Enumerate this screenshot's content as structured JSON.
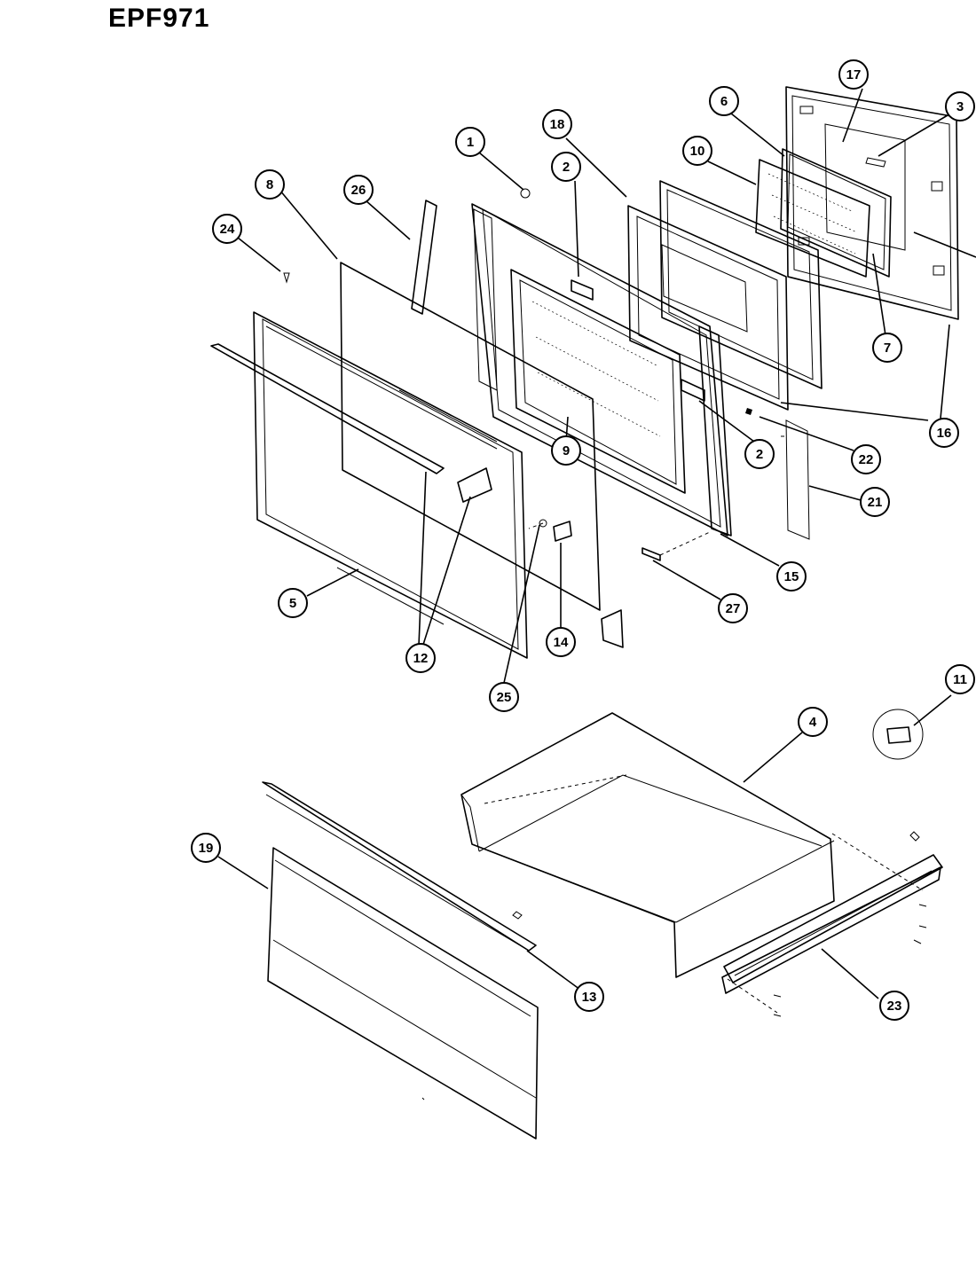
{
  "header": {
    "model": "EPF971"
  },
  "callouts": [
    {
      "id": "c1",
      "label": "1"
    },
    {
      "id": "c2a",
      "label": "2"
    },
    {
      "id": "c2b",
      "label": "2"
    },
    {
      "id": "c3",
      "label": "3"
    },
    {
      "id": "c4",
      "label": "4"
    },
    {
      "id": "c5",
      "label": "5"
    },
    {
      "id": "c6",
      "label": "6"
    },
    {
      "id": "c7",
      "label": "7"
    },
    {
      "id": "c8",
      "label": "8"
    },
    {
      "id": "c9",
      "label": "9"
    },
    {
      "id": "c10",
      "label": "10"
    },
    {
      "id": "c11",
      "label": "11"
    },
    {
      "id": "c12",
      "label": "12"
    },
    {
      "id": "c13",
      "label": "13"
    },
    {
      "id": "c14",
      "label": "14"
    },
    {
      "id": "c15",
      "label": "15"
    },
    {
      "id": "c16",
      "label": "16"
    },
    {
      "id": "c17",
      "label": "17"
    },
    {
      "id": "c18",
      "label": "18"
    },
    {
      "id": "c19",
      "label": "19"
    },
    {
      "id": "c21",
      "label": "21"
    },
    {
      "id": "c22",
      "label": "22"
    },
    {
      "id": "c23",
      "label": "23"
    },
    {
      "id": "c24",
      "label": "24"
    },
    {
      "id": "c25",
      "label": "25"
    },
    {
      "id": "c26",
      "label": "26"
    },
    {
      "id": "c27",
      "label": "27"
    }
  ]
}
